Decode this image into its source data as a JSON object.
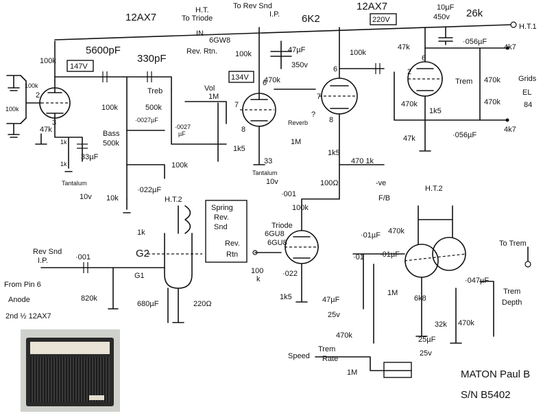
{
  "labels": {
    "tube_v1": "12AX7",
    "tube_v1b": "12AX7",
    "tube_v3": "6GW8",
    "tube_v4": "6GU8",
    "ht_to_triode": "H.T.",
    "ht_to_triode_b": "To Triode",
    "to_rev_snd": "To Rev Snd",
    "to_rev_snd_b": "I.P.",
    "ht1": "H.T.1",
    "ht2": "H.T.2",
    "ht2_b": "H.T.2",
    "v_147": "147V",
    "v_134": "134V",
    "v_220": "220V",
    "in": "IN",
    "rev_rtn": "Rev. Rtn.",
    "c_5600": "5600pF",
    "c_330": "330pF",
    "treb": "Treb",
    "treb_pot": "500k",
    "vol": "Vol",
    "vol_pot": "1M",
    "bass": "Bass",
    "bass_pot": "500k",
    "c_0027a": "·0027µF",
    "c_0027b": "·0027",
    "c_0027b_u": "µF",
    "c_022a": "·022µF",
    "r_100k_top": "100k",
    "r_100k_in1": "100k",
    "r_100k_in2": "100k",
    "r_47k_in": "47k",
    "r_1k_a": "1k",
    "r_1k_b": "1k",
    "c_33_tant": "33µF",
    "tantalum": "Tantalum",
    "tant_v": "10v",
    "r_100k_bass": "100k",
    "r_100k_bot": "100k",
    "r_10k": "10k",
    "r_100k_v2": "100k",
    "c_47": "47µF",
    "c_47_v": "350v",
    "r_6k2": "6K2",
    "r_470k_a": "470k",
    "r_1k5_a": "1k5",
    "c_33b": "33",
    "tantalum_b": "Tantalum",
    "tant_b_v": "10v",
    "reverb": "Reverb",
    "reverb_pot": "1M",
    "q_mark": "?",
    "r_100k_v2b": "100k",
    "r_1k5_b": "1k5",
    "r_470_1k": "470 1k",
    "r_100_ohm": "100Ω",
    "neg_fb": "-ve",
    "neg_fb_b": "F/B",
    "c_10uf": "10µF",
    "c_10uf_v": "450v",
    "r_26k": "26k",
    "r_47k_pi": "47k",
    "c_056a": "·056µF",
    "c_056b": "·056µF",
    "r_4k7a": "4k7",
    "r_4k7b": "4k7",
    "r_470k_pi": "470k",
    "r_1k5_pi": "1k5",
    "r_47k_pi2": "47k",
    "trem": "Trem",
    "r_470k_g1": "470k",
    "r_470k_g2": "470k",
    "grids": "Grids",
    "el84_a": "EL",
    "el84_b": "84",
    "pin2": "2",
    "pin3": "3",
    "pin6": "6",
    "pin7": "7",
    "pin8": "8",
    "pin6b": "6",
    "pin7b": "7",
    "pin8b": "8",
    "pin6c": "6",
    "pin2c": "2",
    "spring": "Spring",
    "spring_b": "Rev.",
    "spring_c": "Snd",
    "rev_rtn_box": "Rev.",
    "rev_rtn_box_b": "Rtn",
    "r_1k_g2": "1k",
    "g2": "G2",
    "g1": "G1",
    "rev_snd_ip": "Rev Snd",
    "rev_snd_ip_b": "I.P.",
    "c_001_in": "·001",
    "from_pin6": "From Pin 6",
    "anode": "Anode",
    "second_half": "2nd ½ 12AX7",
    "r_820k": "820k",
    "c_680": "680µF",
    "r_220": "220Ω",
    "c_001_rev": "·001",
    "r_100k_rev": "100k",
    "triode": "Triode",
    "triode_tube": "6GU8",
    "r_100k_c": "100",
    "r_100k_c_b": "k",
    "c_022b": "·022",
    "r_1k5_c": "1k5",
    "c_47b": "47µF",
    "c_47b_v": "25v",
    "c_01a": "·01µF",
    "r_470k_osc": "470k",
    "c_01b": "·01",
    "c_01c": "·01µF",
    "r_1m_osc": "1M",
    "r_6k8": "6k8",
    "r_32k": "32k",
    "c_25": "25µF",
    "c_25_v": "25v",
    "c_047": "·047µF",
    "to_trem": "To Trem",
    "trem_depth": "Trem",
    "trem_depth_b": "Depth",
    "r_470k_td": "470k",
    "r_470k_sp": "470k",
    "speed": "Speed",
    "trem_rate": "Trem",
    "trem_rate_b": "Rate",
    "r_1m_rate": "1M",
    "maton": "MATON Paul B",
    "serial": "S/N B5402"
  }
}
